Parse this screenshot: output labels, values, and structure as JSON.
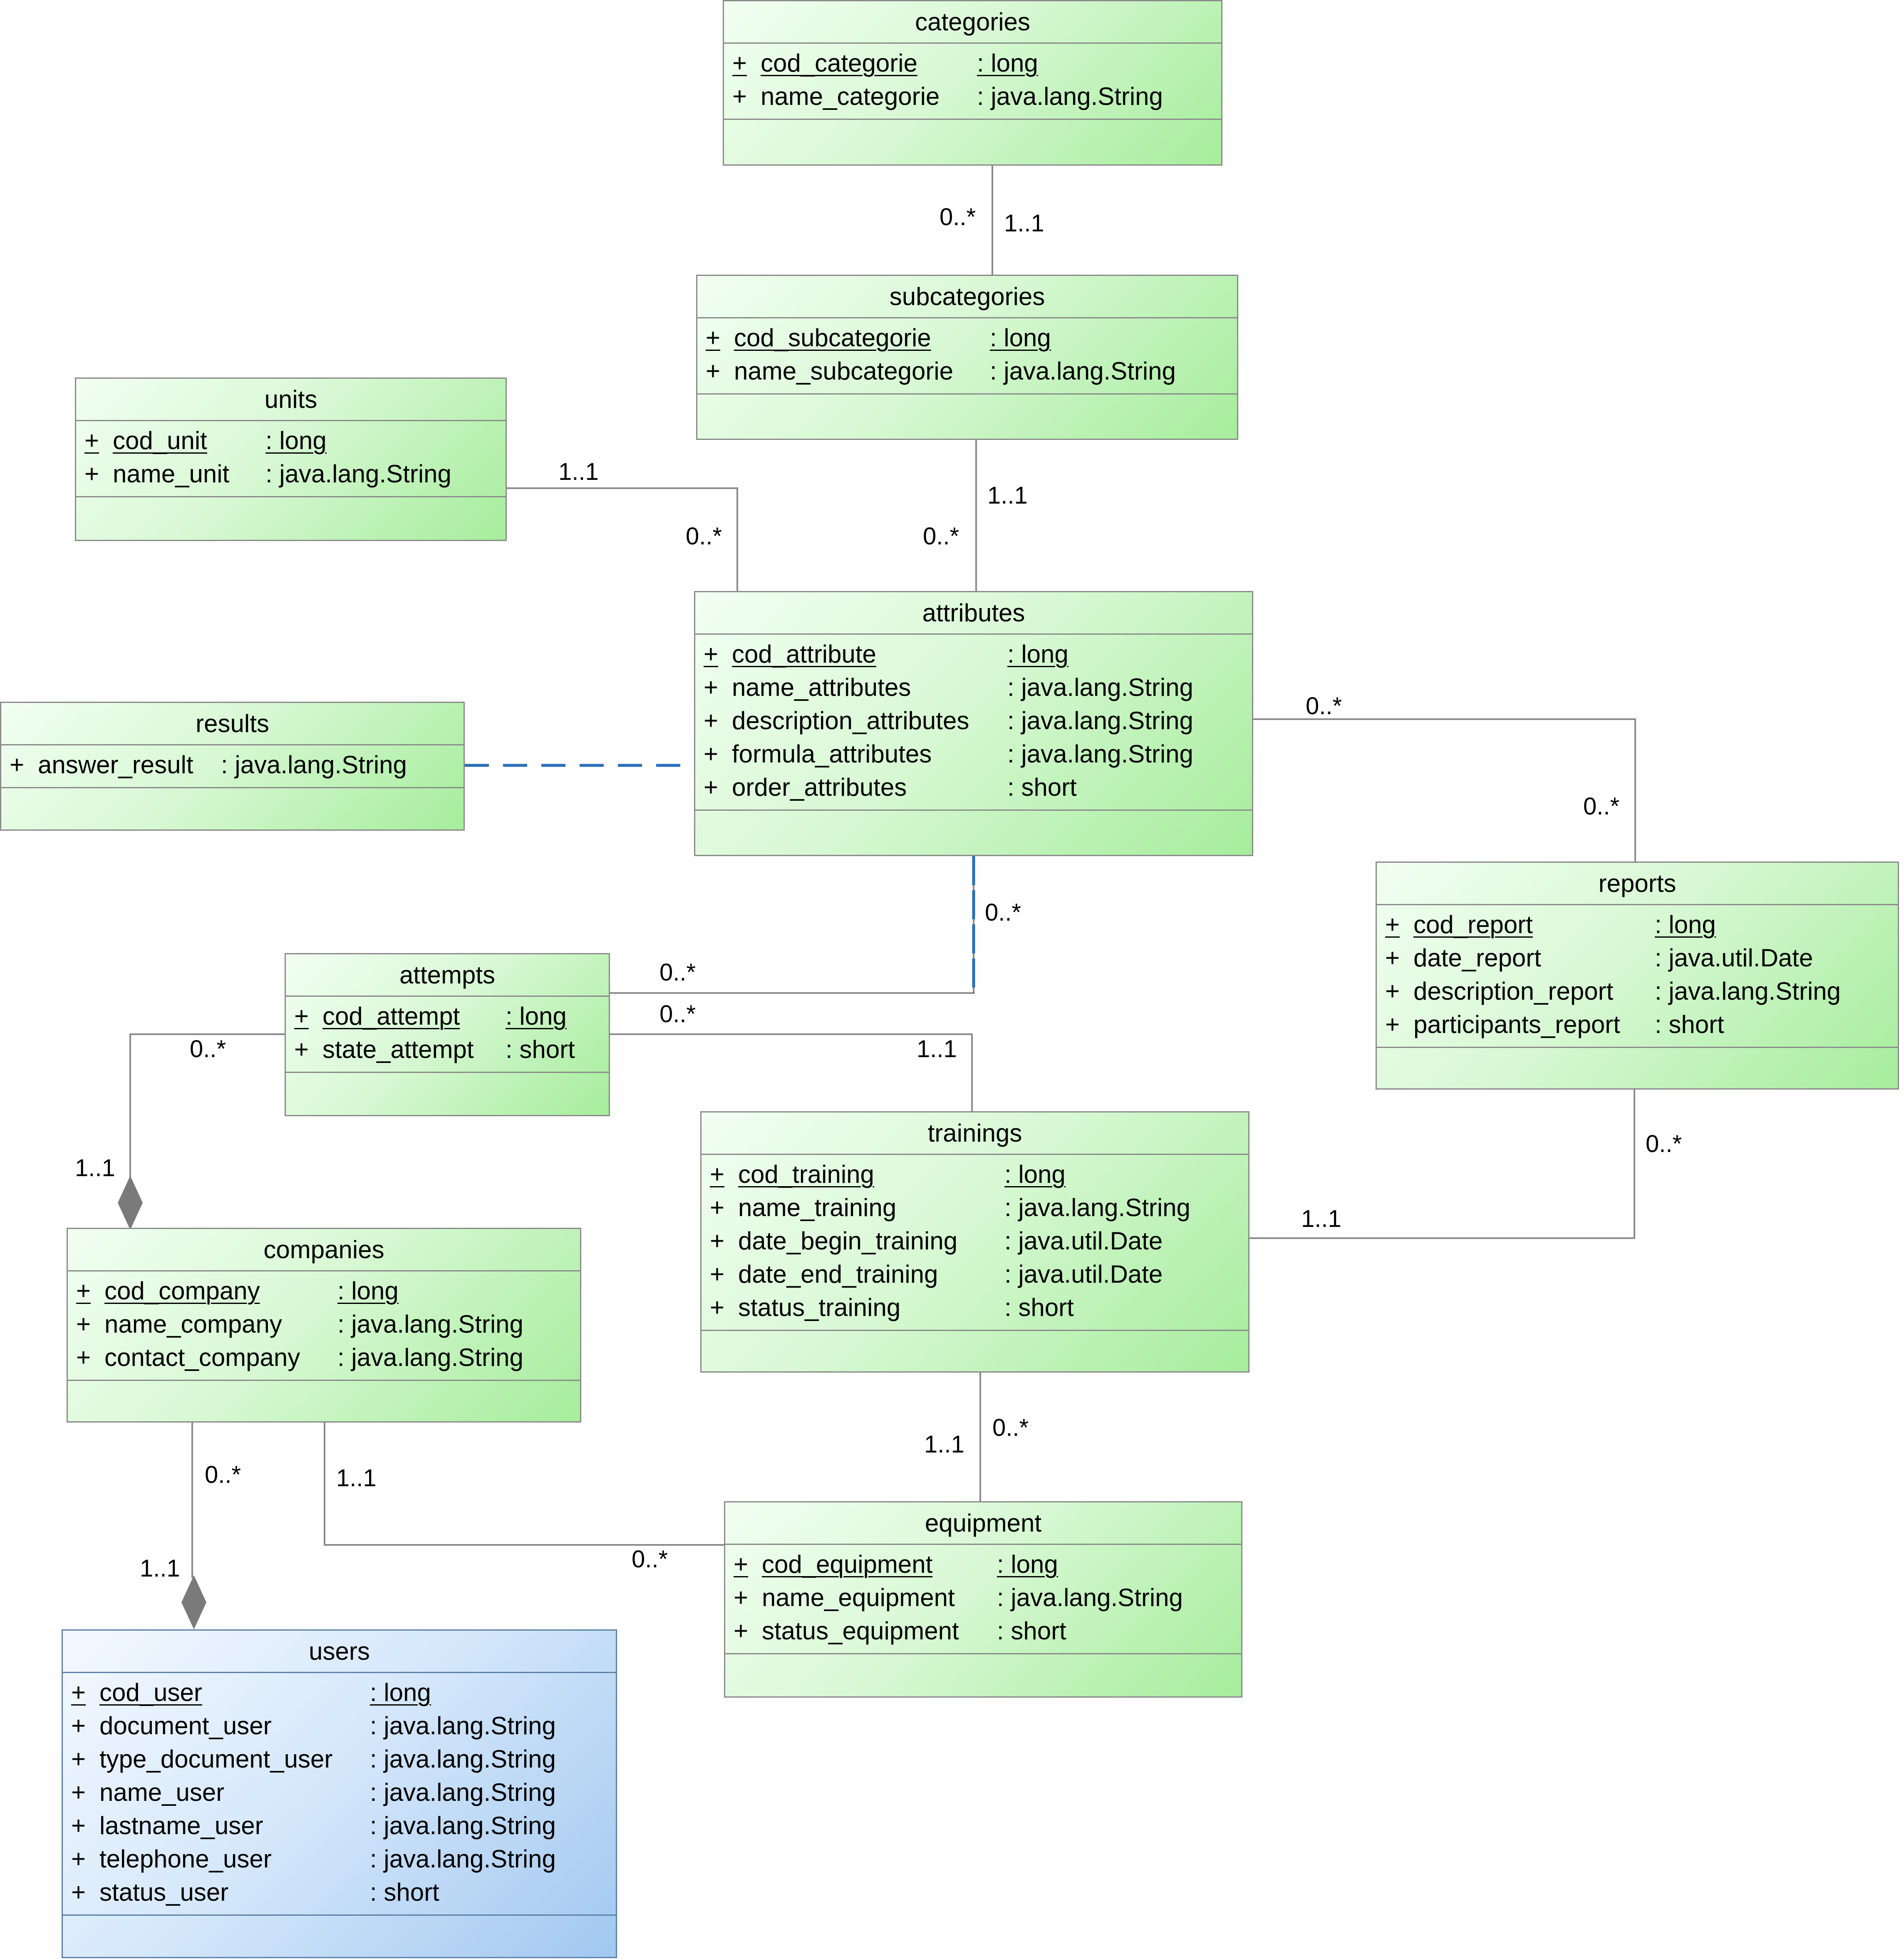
{
  "classes": {
    "categories": {
      "title": "categories",
      "attributes": [
        {
          "vis": "+",
          "name": "cod_categorie",
          "type": ": long",
          "pk": true
        },
        {
          "vis": "+",
          "name": "name_categorie",
          "type": ": java.lang.String",
          "pk": false
        }
      ]
    },
    "subcategories": {
      "title": "subcategories",
      "attributes": [
        {
          "vis": "+",
          "name": "cod_subcategorie",
          "type": ": long",
          "pk": true
        },
        {
          "vis": "+",
          "name": "name_subcategorie",
          "type": ": java.lang.String",
          "pk": false
        }
      ]
    },
    "units": {
      "title": "units",
      "attributes": [
        {
          "vis": "+",
          "name": "cod_unit",
          "type": ": long",
          "pk": true
        },
        {
          "vis": "+",
          "name": "name_unit",
          "type": ": java.lang.String",
          "pk": false
        }
      ]
    },
    "attributes": {
      "title": "attributes",
      "attributes": [
        {
          "vis": "+",
          "name": "cod_attribute",
          "type": ": long",
          "pk": true
        },
        {
          "vis": "+",
          "name": "name_attributes",
          "type": ": java.lang.String",
          "pk": false
        },
        {
          "vis": "+",
          "name": "description_attributes",
          "type": ": java.lang.String",
          "pk": false
        },
        {
          "vis": "+",
          "name": "formula_attributes",
          "type": ": java.lang.String",
          "pk": false
        },
        {
          "vis": "+",
          "name": "order_attributes",
          "type": ": short",
          "pk": false
        }
      ]
    },
    "results": {
      "title": "results",
      "attributes": [
        {
          "vis": "+",
          "name": "answer_result",
          "type": ": java.lang.String",
          "pk": false
        }
      ]
    },
    "reports": {
      "title": "reports",
      "attributes": [
        {
          "vis": "+",
          "name": "cod_report",
          "type": ": long",
          "pk": true
        },
        {
          "vis": "+",
          "name": "date_report",
          "type": ": java.util.Date",
          "pk": false
        },
        {
          "vis": "+",
          "name": "description_report",
          "type": ": java.lang.String",
          "pk": false
        },
        {
          "vis": "+",
          "name": "participants_report",
          "type": ": short",
          "pk": false
        }
      ]
    },
    "attempts": {
      "title": "attempts",
      "attributes": [
        {
          "vis": "+",
          "name": "cod_attempt",
          "type": ": long",
          "pk": true
        },
        {
          "vis": "+",
          "name": "state_attempt",
          "type": ": short",
          "pk": false
        }
      ]
    },
    "trainings": {
      "title": "trainings",
      "attributes": [
        {
          "vis": "+",
          "name": "cod_training",
          "type": ": long",
          "pk": true
        },
        {
          "vis": "+",
          "name": "name_training",
          "type": ": java.lang.String",
          "pk": false
        },
        {
          "vis": "+",
          "name": "date_begin_training",
          "type": ": java.util.Date",
          "pk": false
        },
        {
          "vis": "+",
          "name": "date_end_training",
          "type": ": java.util.Date",
          "pk": false
        },
        {
          "vis": "+",
          "name": "status_training",
          "type": ": short",
          "pk": false
        }
      ]
    },
    "companies": {
      "title": "companies",
      "attributes": [
        {
          "vis": "+",
          "name": "cod_company",
          "type": ": long",
          "pk": true
        },
        {
          "vis": "+",
          "name": "name_company",
          "type": ": java.lang.String",
          "pk": false
        },
        {
          "vis": "+",
          "name": "contact_company",
          "type": ": java.lang.String",
          "pk": false
        }
      ]
    },
    "equipment": {
      "title": "equipment",
      "attributes": [
        {
          "vis": "+",
          "name": "cod_equipment",
          "type": ": long",
          "pk": true
        },
        {
          "vis": "+",
          "name": "name_equipment",
          "type": ": java.lang.String",
          "pk": false
        },
        {
          "vis": "+",
          "name": "status_equipment",
          "type": ": short",
          "pk": false
        }
      ]
    },
    "users": {
      "title": "users",
      "attributes": [
        {
          "vis": "+",
          "name": "cod_user",
          "type": ": long",
          "pk": true
        },
        {
          "vis": "+",
          "name": "document_user",
          "type": ": java.lang.String",
          "pk": false
        },
        {
          "vis": "+",
          "name": "type_document_user",
          "type": ": java.lang.String",
          "pk": false
        },
        {
          "vis": "+",
          "name": "name_user",
          "type": ": java.lang.String",
          "pk": false
        },
        {
          "vis": "+",
          "name": "lastname_user",
          "type": ": java.lang.String",
          "pk": false
        },
        {
          "vis": "+",
          "name": "telephone_user",
          "type": ": java.lang.String",
          "pk": false
        },
        {
          "vis": "+",
          "name": "status_user",
          "type": ": short",
          "pk": false
        }
      ]
    }
  },
  "multiplicities": {
    "cat_sub_many": "0..*",
    "cat_sub_one": "1..1",
    "units_one": "1..1",
    "units_many": "0..*",
    "sub_attr_one": "1..1",
    "sub_attr_many": "0..*",
    "attr_reports_a": "0..*",
    "attr_reports_b": "0..*",
    "attr_attempts_a": "0..*",
    "attr_attempts_b": "0..*",
    "attempts_trainings_many": "0..*",
    "attempts_trainings_one": "1..1",
    "attempts_companies_many": "0..*",
    "attempts_companies_one": "1..1",
    "reports_trainings_many": "0..*",
    "reports_trainings_one": "1..1",
    "trainings_equipment_one": "1..1",
    "trainings_equipment_many": "0..*",
    "companies_users_many": "0..*",
    "companies_users_one": "1..1",
    "companies_equipment_one": "1..1",
    "companies_equipment_many": "0..*"
  }
}
